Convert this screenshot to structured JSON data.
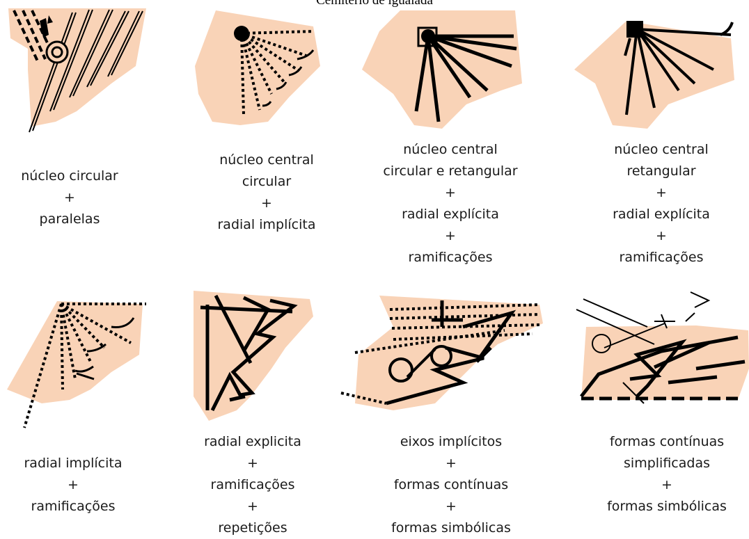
{
  "title": "Cemitério de igualada",
  "colors": {
    "shape_fill": "#f9d3b7",
    "stroke": "#000000",
    "text": "#1a1a1a"
  },
  "panels": [
    {
      "caption": [
        "núcleo circular",
        "+",
        "paralelas"
      ]
    },
    {
      "caption": [
        "núcleo central",
        "circular",
        "+",
        "radial implícita"
      ]
    },
    {
      "caption": [
        "núcleo central",
        "circular e retangular",
        "+",
        "radial explícita",
        "+",
        "ramificações"
      ]
    },
    {
      "caption": [
        "núcleo central",
        "retangular",
        "+",
        "radial explícita",
        "+",
        "ramificações"
      ]
    },
    {
      "caption": [
        "radial implícita",
        "+",
        "ramificações"
      ]
    },
    {
      "caption": [
        "radial explicita",
        "+",
        "ramificações",
        "+",
        "repetições"
      ]
    },
    {
      "caption": [
        "eixos implícitos",
        "+",
        "formas contínuas",
        "+",
        "formas simbólicas"
      ]
    },
    {
      "caption": [
        "formas contínuas",
        "simplificadas",
        "+",
        "formas simbólicas"
      ]
    }
  ]
}
